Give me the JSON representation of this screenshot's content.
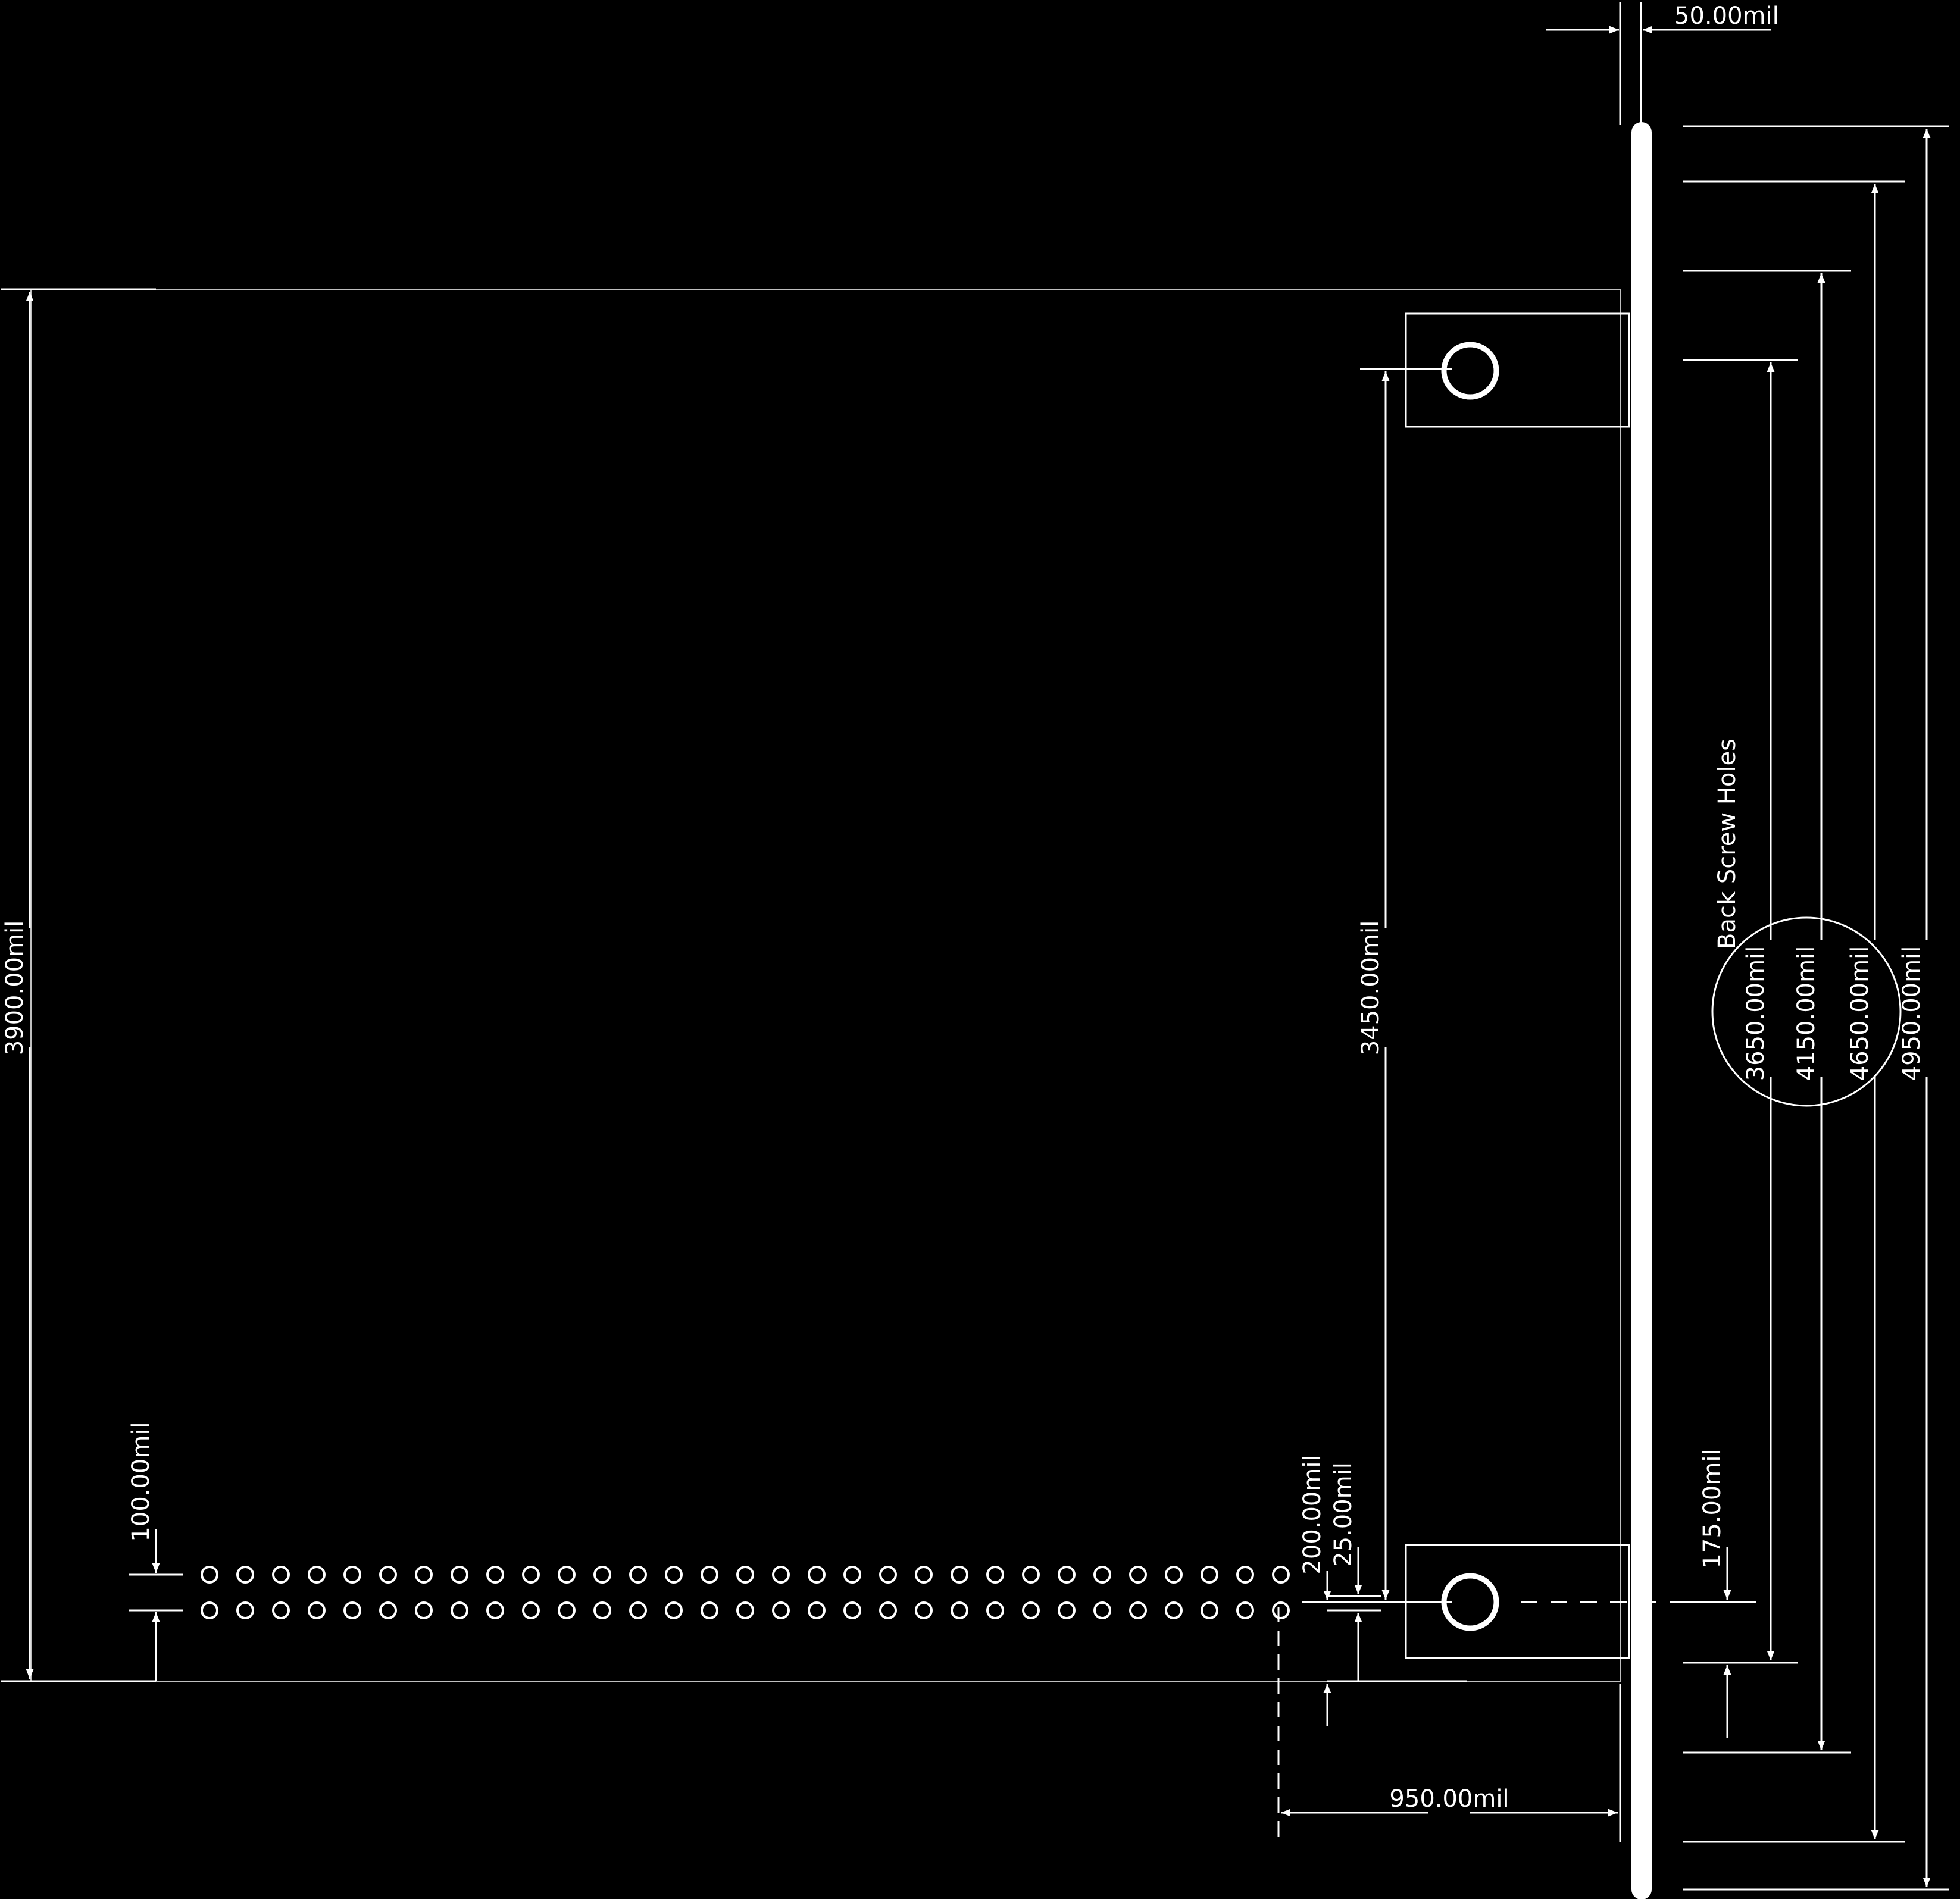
{
  "dimensions": {
    "front_panel_thickness": "50.00mil",
    "board_height": "3900.00mil",
    "hole_spacing": "3450.00mil",
    "pin_pitch": "100.00mil",
    "hole_to_pin_offset": "200.00mil",
    "small_offset": "25.00mil",
    "bottom_hole_offset": "175.00mil",
    "connector_to_panel": "950.00mil",
    "screw_hole_3650": "3650.00mil",
    "screw_hole_4150": "4150.00mil",
    "screw_hole_4650": "4650.00mil",
    "panel_height": "4950.00mil"
  },
  "labels": {
    "back_screw_holes": "Back Screw Holes"
  },
  "connector": {
    "rows": 2,
    "pins_per_row": 31
  },
  "colors": {
    "background": "#000000",
    "line": "#ffffff",
    "outline": "#bfbfbf"
  }
}
